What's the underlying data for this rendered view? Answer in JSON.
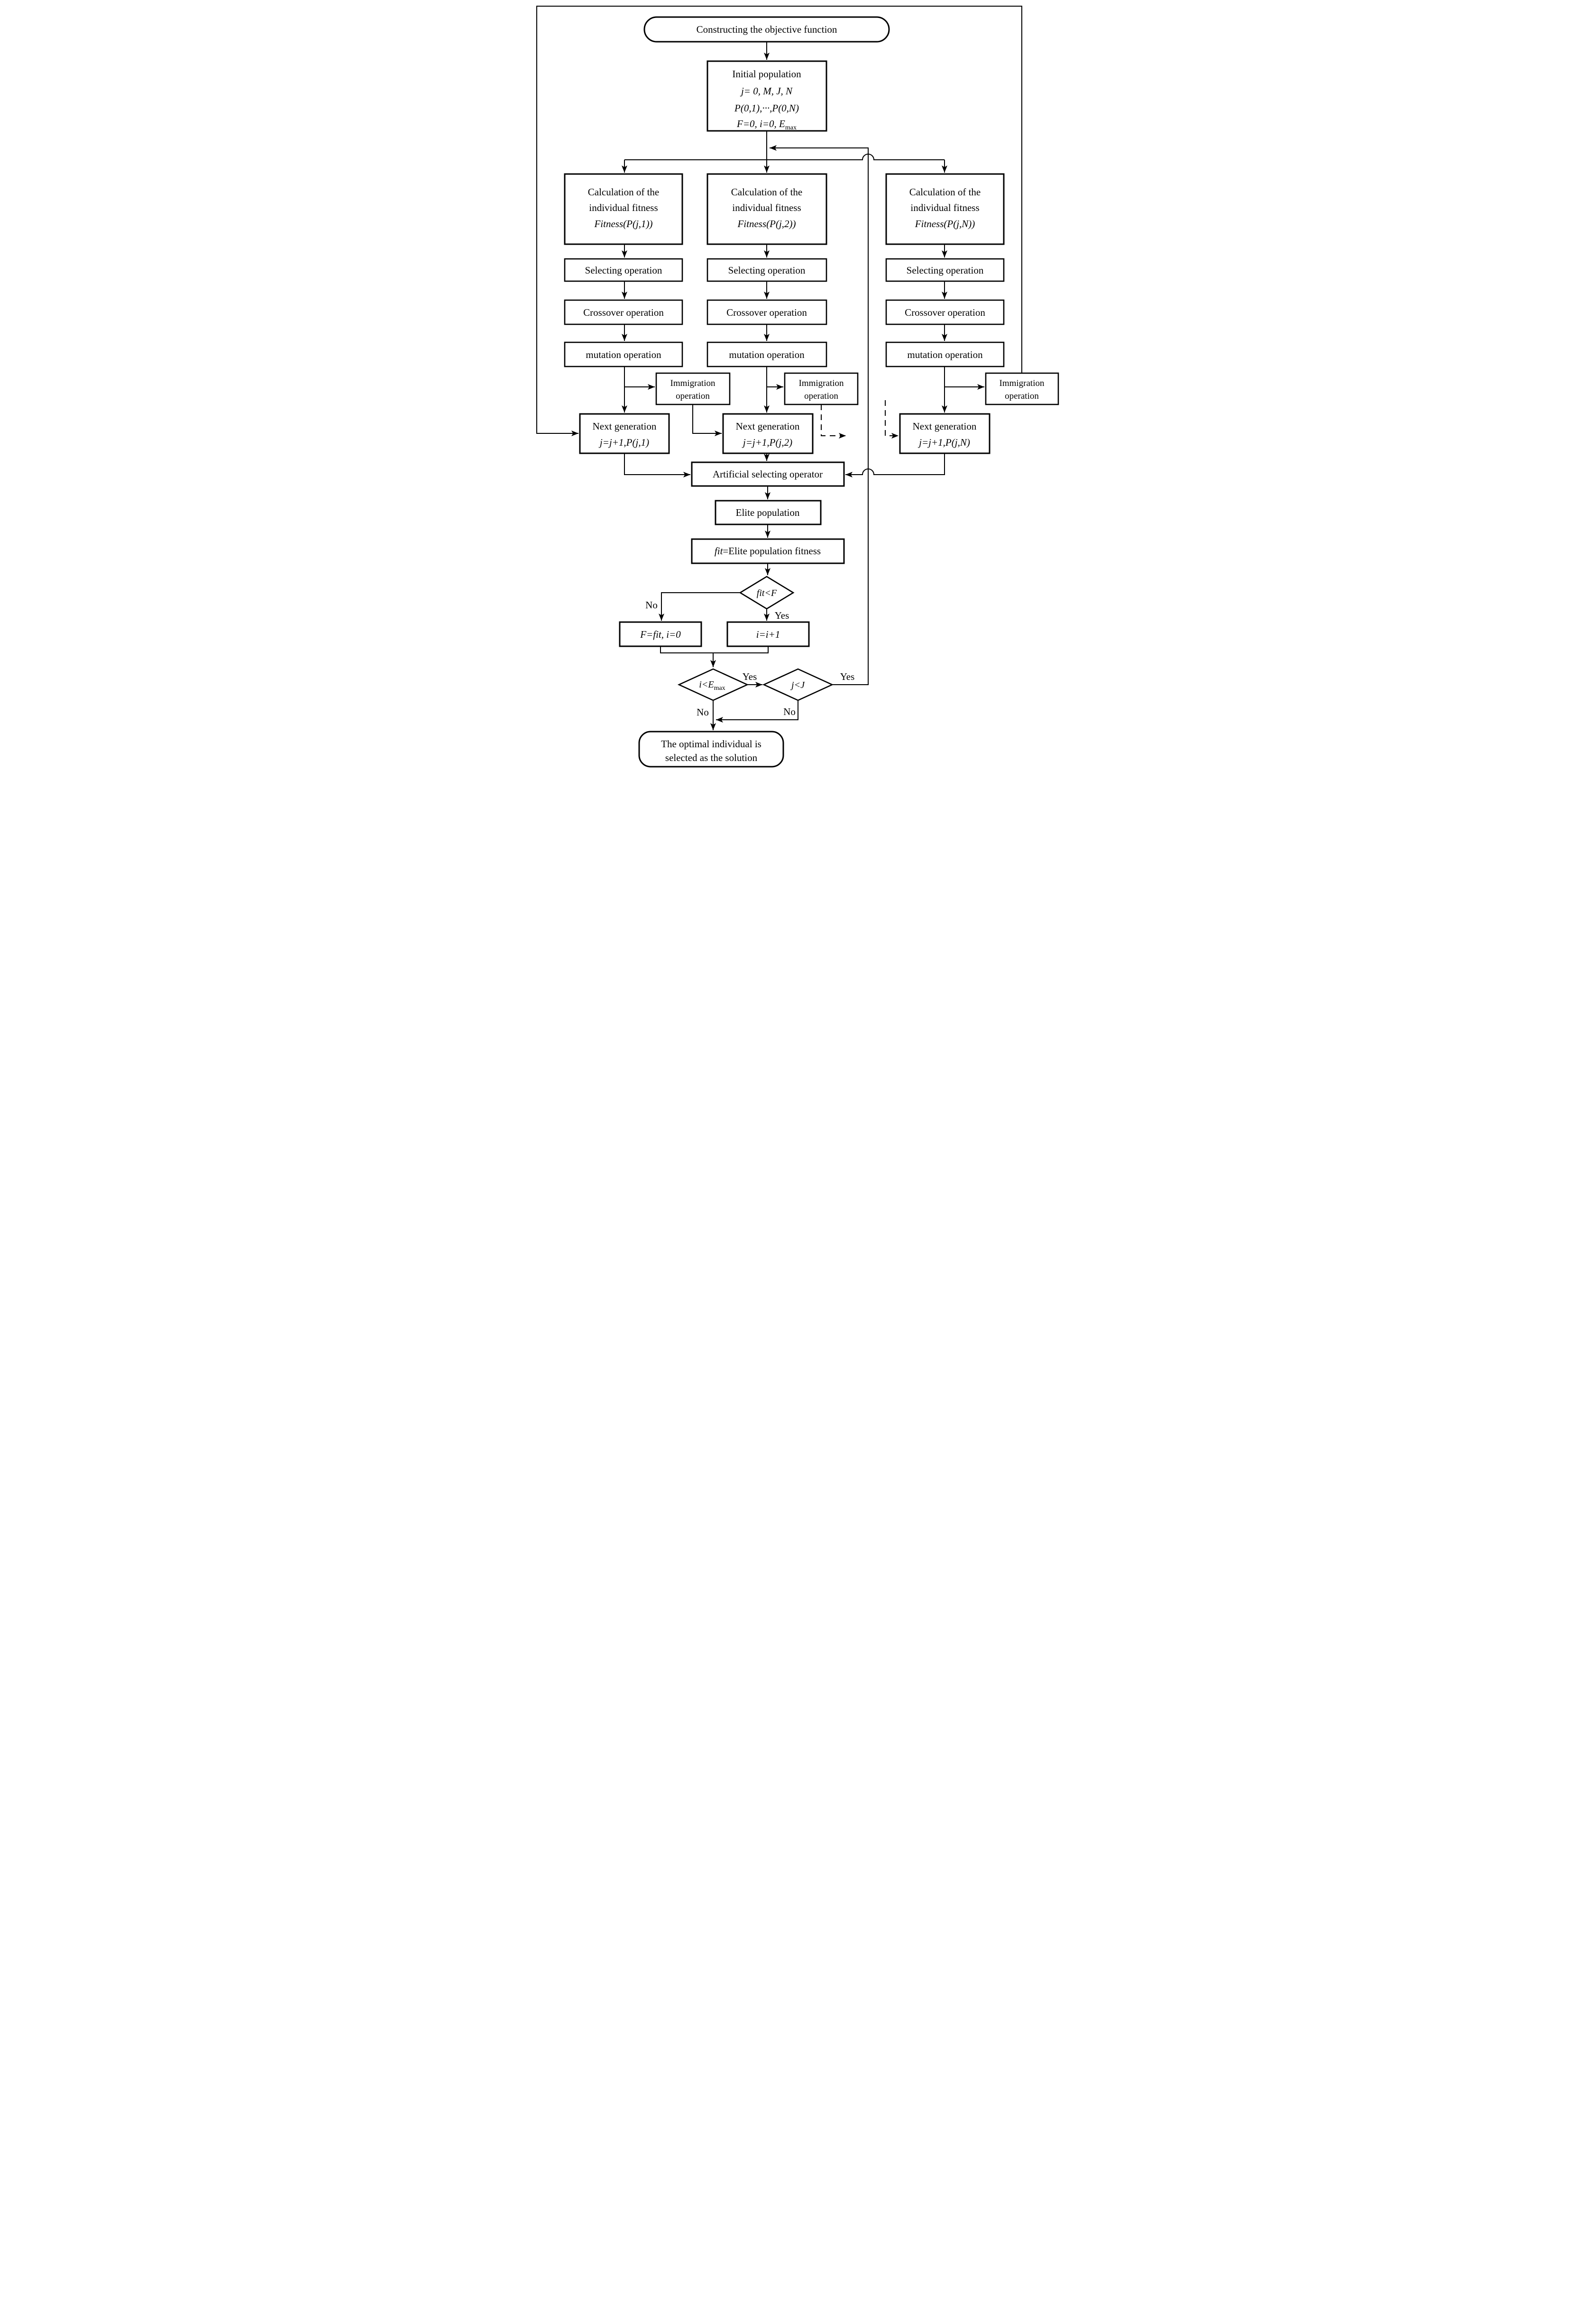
{
  "colors": {
    "stroke": "#000000",
    "background": "#ffffff"
  },
  "start": {
    "label": "Constructing the objective function"
  },
  "initial": {
    "l1": "Initial population",
    "l2": "j= 0, M,  J, N",
    "l3": "P(0,1),···,P(0,N)",
    "l4_main": "F=0, i=0, E",
    "l4_sub": "max"
  },
  "columns": [
    {
      "calc_l1": "Calculation of the",
      "calc_l2": "individual fitness",
      "calc_l3": "Fitness(P(j,1))",
      "selecting": "Selecting operation",
      "crossover": "Crossover operation",
      "mutation": "mutation operation",
      "imm_l1": "Immigration",
      "imm_l2": "operation",
      "next_l1": "Next generation",
      "next_l2": "j=j+1,P(j,1)"
    },
    {
      "calc_l1": "Calculation of the",
      "calc_l2": "individual fitness",
      "calc_l3": "Fitness(P(j,2))",
      "selecting": "Selecting operation",
      "crossover": "Crossover operation",
      "mutation": "mutation operation",
      "imm_l1": "Immigration",
      "imm_l2": "operation",
      "next_l1": "Next generation",
      "next_l2": "j=j+1,P(j,2)"
    },
    {
      "calc_l1": "Calculation of the",
      "calc_l2": "individual fitness",
      "calc_l3": "Fitness(P(j,N))",
      "selecting": "Selecting operation",
      "crossover": "Crossover operation",
      "mutation": "mutation operation",
      "imm_l1": "Immigration",
      "imm_l2": "operation",
      "next_l1": "Next generation",
      "next_l2": "j=j+1,P(j,N)"
    }
  ],
  "artificial": "Artificial selecting operator",
  "elite": "Elite population",
  "fit_assign_italic": "fit",
  "fit_assign_rest": "=Elite population fitness",
  "decisions": {
    "fit": "fit<F",
    "i_main": "i<E",
    "i_sub": "max",
    "j": "j<J"
  },
  "branches": {
    "yes": "Yes",
    "no": "No"
  },
  "f_reset": "F=fit, i=0",
  "i_increment": "i=i+1",
  "terminal": {
    "l1": "The optimal individual is",
    "l2": "selected as the solution"
  }
}
